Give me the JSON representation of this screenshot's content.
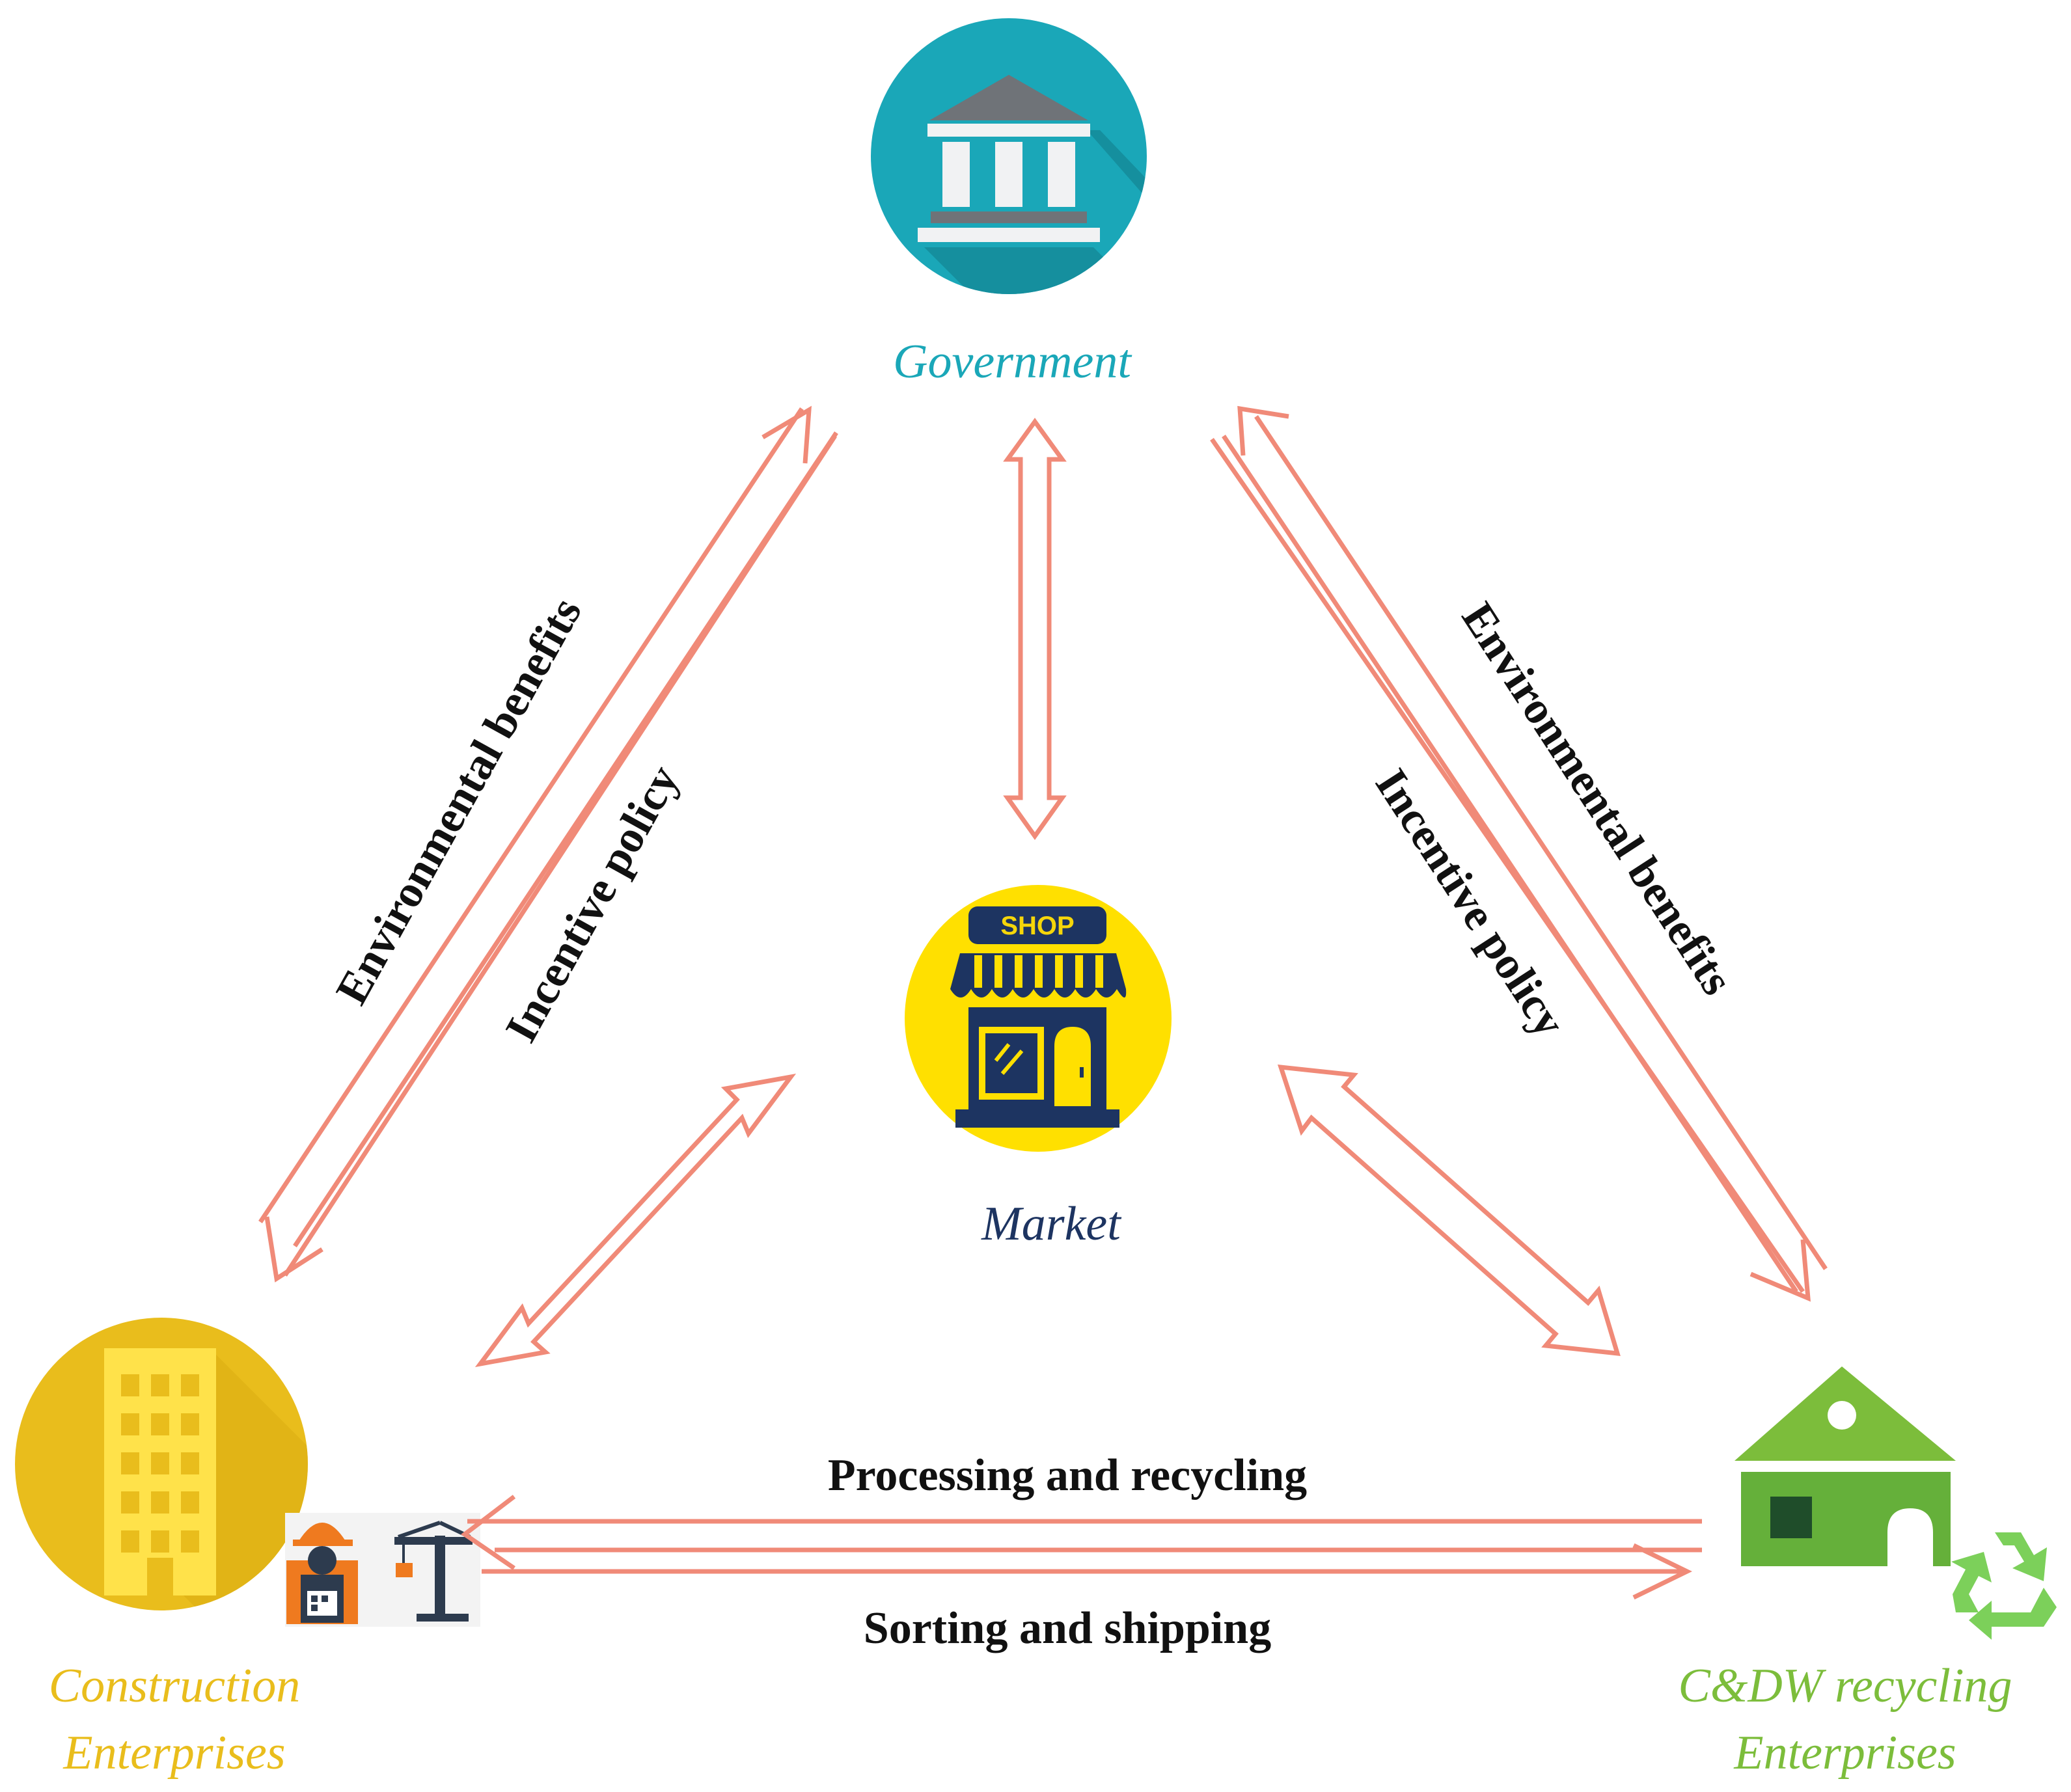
{
  "nodes": {
    "government": {
      "label": "Government",
      "color": "#1aa7b8"
    },
    "market": {
      "label": "Market",
      "color": "#1d3461",
      "shop_sign": "SHOP"
    },
    "construction": {
      "label_line1": "Construction",
      "label_line2": "Enterprises",
      "color": "#e9bd1c"
    },
    "recycling": {
      "label_line1": "C&DW recycling",
      "label_line2": "Enterprises",
      "color": "#7cbd3b"
    }
  },
  "flows": {
    "left_env": "Environmental benefits",
    "left_incentive": "Incentive policy",
    "right_env": "Environmental benefits",
    "right_incentive": "Incentive policy",
    "processing": "Processing and recycling",
    "sorting": "Sorting and shipping"
  },
  "colors": {
    "arrow": "#f08a78",
    "government_circle": "#1aa7b8",
    "market_circle": "#ffe000",
    "construction_circle": "#e9bd1c",
    "recycling_house": "#5fae3b"
  },
  "icons": {
    "government": "bank-building-icon",
    "market": "shop-icon",
    "construction": "office-building-icon",
    "worker": "construction-worker-icon",
    "crane": "crane-icon",
    "recycling_house": "house-icon",
    "recycle": "recycle-icon"
  }
}
